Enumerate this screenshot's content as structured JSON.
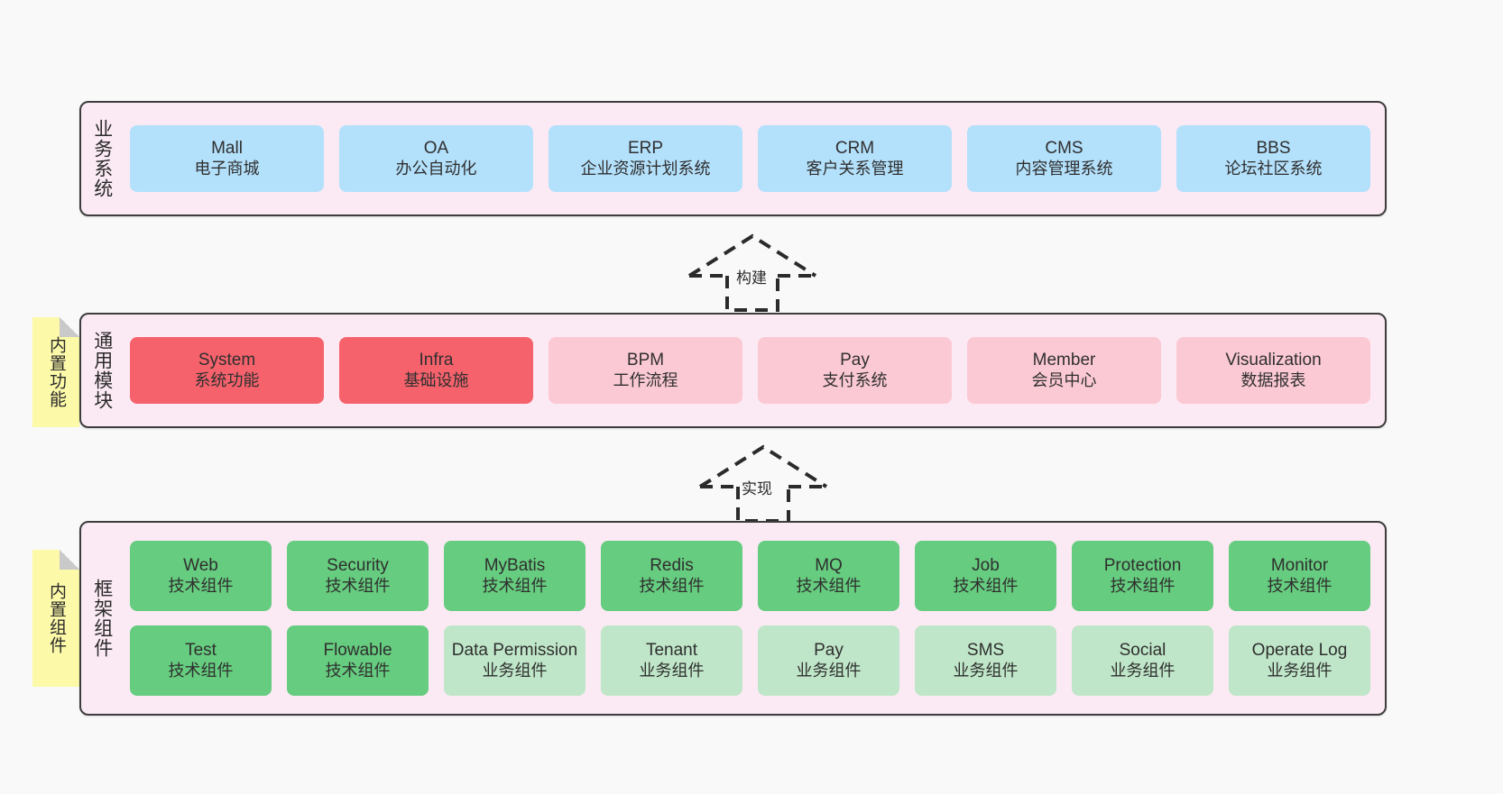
{
  "canvas": {
    "background": "#f9f9f9",
    "layer_fill": "#fbeaf4",
    "layer_border": "#3d3d3d",
    "sticky_fill": "#fcf9a8"
  },
  "layers": [
    {
      "id": "business",
      "title": "业务系统",
      "rows": [
        [
          {
            "en": "Mall",
            "cn": "电子商城",
            "color": "#b3e0fb",
            "style": "c-blue"
          },
          {
            "en": "OA",
            "cn": "办公自动化",
            "color": "#b3e0fb",
            "style": "c-blue"
          },
          {
            "en": "ERP",
            "cn": "企业资源计划系统",
            "color": "#b3e0fb",
            "style": "c-blue"
          },
          {
            "en": "CRM",
            "cn": "客户关系管理",
            "color": "#b3e0fb",
            "style": "c-blue"
          },
          {
            "en": "CMS",
            "cn": "内容管理系统",
            "color": "#b3e0fb",
            "style": "c-blue"
          },
          {
            "en": "BBS",
            "cn": "论坛社区系统",
            "color": "#b3e0fb",
            "style": "c-blue"
          }
        ]
      ]
    },
    {
      "id": "common",
      "title": "通用模块",
      "sticky": "内置功能",
      "rows": [
        [
          {
            "en": "System",
            "cn": "系统功能",
            "color": "#f5626c",
            "style": "c-red"
          },
          {
            "en": "Infra",
            "cn": "基础设施",
            "color": "#f5626c",
            "style": "c-red"
          },
          {
            "en": "BPM",
            "cn": "工作流程",
            "color": "#fbc9d4",
            "style": "c-pink"
          },
          {
            "en": "Pay",
            "cn": "支付系统",
            "color": "#fbc9d4",
            "style": "c-pink"
          },
          {
            "en": "Member",
            "cn": "会员中心",
            "color": "#fbc9d4",
            "style": "c-pink"
          },
          {
            "en": "Visualization",
            "cn": "数据报表",
            "color": "#fbc9d4",
            "style": "c-pink"
          }
        ]
      ]
    },
    {
      "id": "framework",
      "title": "框架组件",
      "sticky": "内置组件",
      "rows": [
        [
          {
            "en": "Web",
            "cn": "技术组件",
            "color": "#66cc7f",
            "style": "c-green"
          },
          {
            "en": "Security",
            "cn": "技术组件",
            "color": "#66cc7f",
            "style": "c-green"
          },
          {
            "en": "MyBatis",
            "cn": "技术组件",
            "color": "#66cc7f",
            "style": "c-green"
          },
          {
            "en": "Redis",
            "cn": "技术组件",
            "color": "#66cc7f",
            "style": "c-green"
          },
          {
            "en": "MQ",
            "cn": "技术组件",
            "color": "#66cc7f",
            "style": "c-green"
          },
          {
            "en": "Job",
            "cn": "技术组件",
            "color": "#66cc7f",
            "style": "c-green"
          },
          {
            "en": "Protection",
            "cn": "技术组件",
            "color": "#66cc7f",
            "style": "c-green"
          },
          {
            "en": "Monitor",
            "cn": "技术组件",
            "color": "#66cc7f",
            "style": "c-green"
          }
        ],
        [
          {
            "en": "Test",
            "cn": "技术组件",
            "color": "#66cc7f",
            "style": "c-green"
          },
          {
            "en": "Flowable",
            "cn": "技术组件",
            "color": "#66cc7f",
            "style": "c-green"
          },
          {
            "en": "Data Permission",
            "cn": "业务组件",
            "color": "#bfe6c8",
            "style": "c-greenlight"
          },
          {
            "en": "Tenant",
            "cn": "业务组件",
            "color": "#bfe6c8",
            "style": "c-greenlight"
          },
          {
            "en": "Pay",
            "cn": "业务组件",
            "color": "#bfe6c8",
            "style": "c-greenlight"
          },
          {
            "en": "SMS",
            "cn": "业务组件",
            "color": "#bfe6c8",
            "style": "c-greenlight"
          },
          {
            "en": "Social",
            "cn": "业务组件",
            "color": "#bfe6c8",
            "style": "c-greenlight"
          },
          {
            "en": "Operate Log",
            "cn": "业务组件",
            "color": "#bfe6c8",
            "style": "c-greenlight"
          }
        ]
      ]
    }
  ],
  "arrows": [
    {
      "id": "build",
      "label": "构建",
      "direction": "up",
      "from": "common",
      "to": "business"
    },
    {
      "id": "implement",
      "label": "实现",
      "direction": "up",
      "from": "framework",
      "to": "common"
    }
  ]
}
